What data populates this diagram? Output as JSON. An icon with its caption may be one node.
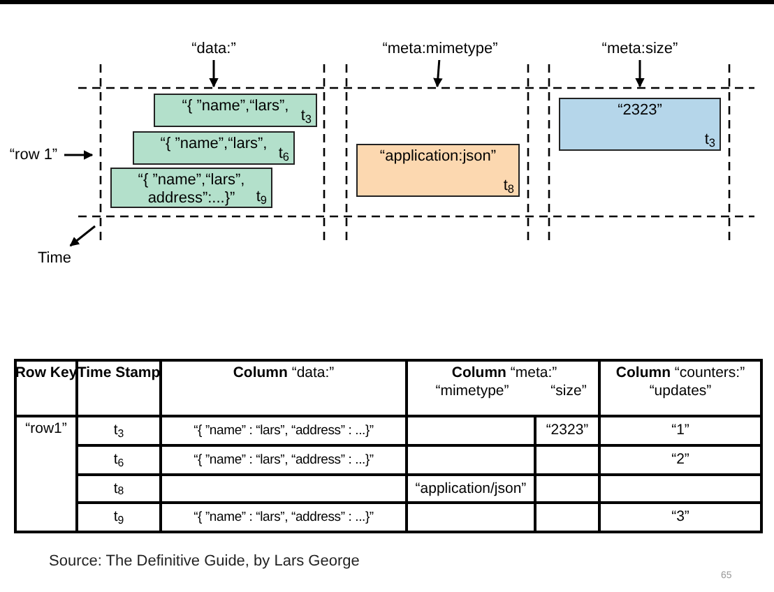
{
  "diagram": {
    "nodes": [
      {
        "text": [
          "“data:”"
        ]
      },
      {
        "text": [
          "“meta:mimetype”"
        ]
      },
      {
        "text": [
          "“meta:size”"
        ]
      },
      {
        "text": [
          "“row 1”"
        ]
      },
      {
        "text": [
          "Time"
        ]
      },
      {
        "text": [
          "“{ ”name”,“lars”,",
          "t$_{3}$"
        ]
      },
      {
        "text": [
          "“{ ”name”,“lars”,",
          "t$_{6}$"
        ]
      },
      {
        "text": [
          "“{ ”name”,“lars”, address”:...}”",
          "t$_{9}$"
        ]
      },
      {
        "text": [
          "“application:json”",
          "t$_{8}$"
        ]
      },
      {
        "text": [
          "“2323”",
          "t$_{3}$"
        ]
      }
    ],
    "edges": [
      {
        "from": 0,
        "to": null,
        "arrow": "to"
      },
      {
        "from": 1,
        "to": null,
        "arrow": "to"
      },
      {
        "from": 2,
        "to": null,
        "arrow": "to"
      },
      {
        "from": 3,
        "to": null,
        "arrow": "to"
      },
      {
        "from": null,
        "to": 4,
        "arrow": "to"
      }
    ],
    "labels": [
      "Row Key",
      "Time Stamp",
      "**Column** “data:”",
      "**Column** “meta:”",
      "“mimetype”",
      "“size”",
      "**Column** “counters:”",
      "“updates”",
      "“row1”",
      "t$_{3}$",
      "“{ ”name” : “lars”, “address” : ...}”",
      "“2323”",
      "“1”",
      "t$_{6}$",
      "“{ ”name” : “lars”, “address” : ...}”",
      "“2”",
      "t$_{8}$",
      "“application/json”",
      "t$_{9}$",
      "“{ ”name” : “lars”, “address” : ...}”",
      "“3”",
      "Source: The Definitive Guide, by Lars George",
      "65"
    ]
  }
}
